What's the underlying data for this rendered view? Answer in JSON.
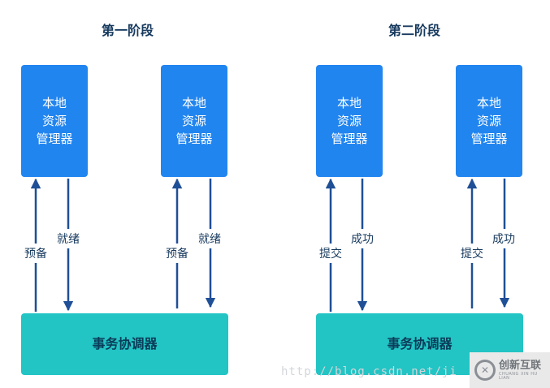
{
  "phase1": {
    "title": "第一阶段",
    "rm_left": [
      "本地",
      "资源",
      "管理器"
    ],
    "rm_right": [
      "本地",
      "资源",
      "管理器"
    ],
    "up_label": "预备",
    "down_label": "就绪",
    "coordinator": "事务协调器"
  },
  "phase2": {
    "title": "第二阶段",
    "rm_left": [
      "本地",
      "资源",
      "管理器"
    ],
    "rm_right": [
      "本地",
      "资源",
      "管理器"
    ],
    "up_label": "提交",
    "down_label": "成功",
    "coordinator": "事务协调器"
  },
  "watermark": {
    "url": "http://blog.csdn.net/ji",
    "logo_cn": "创新互联",
    "logo_en": "CHUANG XIN HU LIAN"
  },
  "colors": {
    "resource_manager": "#2185f0",
    "coordinator": "#22c4c4",
    "arrow": "#1f4f96",
    "title": "#173a5e"
  }
}
